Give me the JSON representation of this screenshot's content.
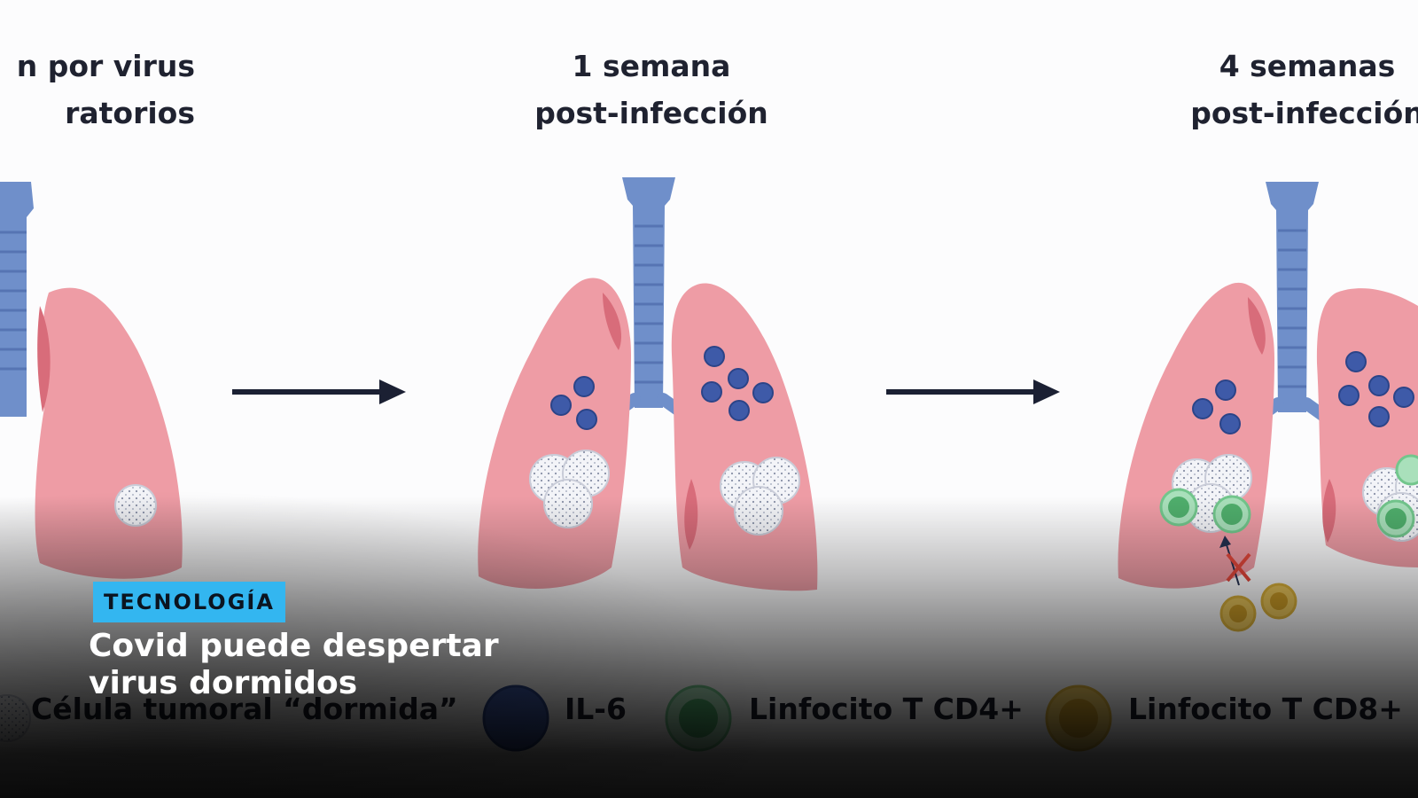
{
  "stages": [
    {
      "line1": "n por virus",
      "line2": "ratorios"
    },
    {
      "line1": "1 semana",
      "line2": "post-infección"
    },
    {
      "line1": "4 semanas",
      "line2": "post-infección"
    }
  ],
  "legend": {
    "tumor": "Célula tumoral “dormida”",
    "il6": "IL-6",
    "cd4": "Linfocito T CD4+",
    "cd8": "Linfocito T CD8+"
  },
  "overlay": {
    "category": "TECNOLOGÍA",
    "headline": "Covid puede despertar virus dormidos"
  },
  "colors": {
    "lung": "#ee9ca5",
    "airway": "#6f8fca",
    "il6": "#3e5aa8",
    "cd4": "#72c68c",
    "cd8": "#d9b03a",
    "arrow": "#1b2033",
    "badge": "#33b6f0"
  }
}
